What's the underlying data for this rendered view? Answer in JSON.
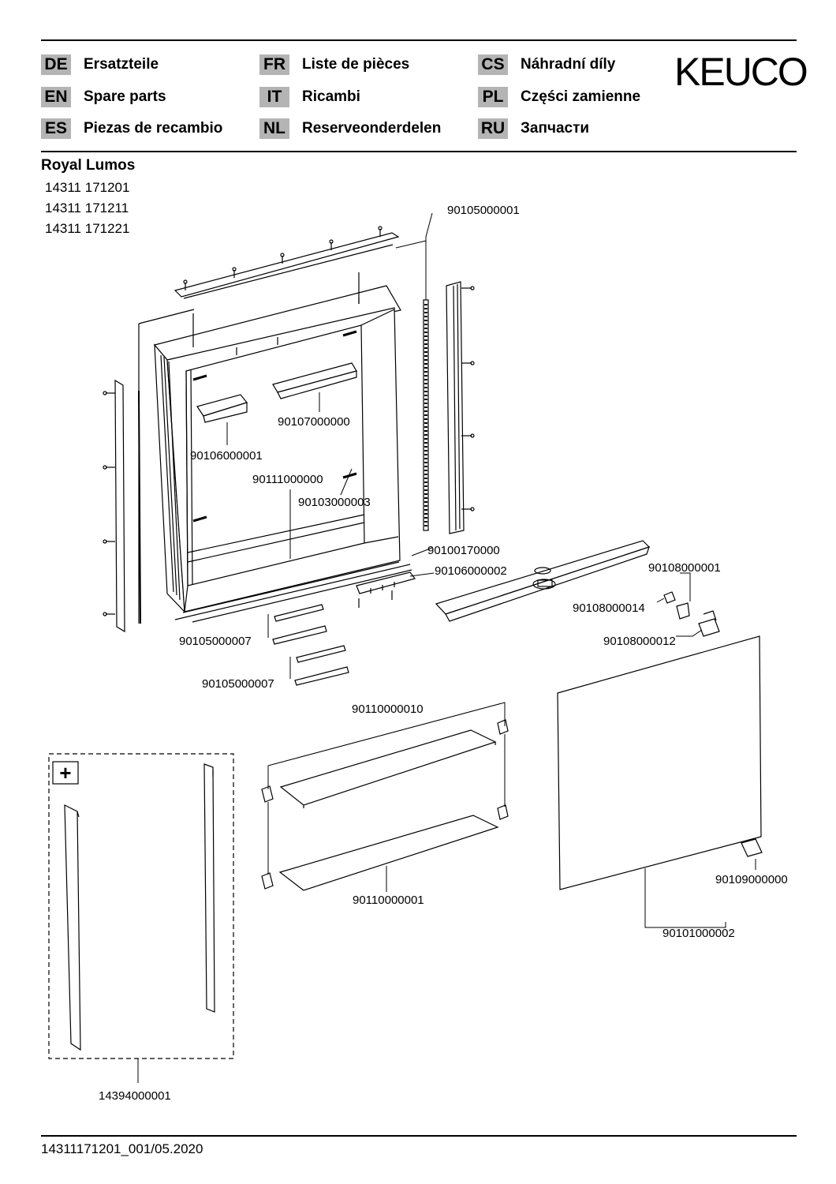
{
  "languages": [
    {
      "code": "DE",
      "label": "Ersatzteile"
    },
    {
      "code": "FR",
      "label": "Liste de pièces"
    },
    {
      "code": "CS",
      "label": "Náhradní díly"
    },
    {
      "code": "EN",
      "label": "Spare parts"
    },
    {
      "code": "IT",
      "label": "Ricambi"
    },
    {
      "code": "PL",
      "label": "Części zamienne"
    },
    {
      "code": "ES",
      "label": "Piezas de recambio"
    },
    {
      "code": "NL",
      "label": "Reserveonderdelen"
    },
    {
      "code": "RU",
      "label": "Запчасти"
    }
  ],
  "brand": "KEUCO",
  "product": {
    "name": "Royal Lumos",
    "models": [
      "14311 171201",
      "14311 171211",
      "14311 171221"
    ]
  },
  "parts": {
    "p1": "90105000001",
    "p2": "90107000000",
    "p3": "90106000001",
    "p4": "90111000000",
    "p5": "90103000003",
    "p6": "90100170000",
    "p7": "90106000002",
    "p8": "90108000001",
    "p9": "90108000014",
    "p10": "90108000012",
    "p11": "90105000007",
    "p12": "90105000007",
    "p13": "90110000010",
    "p14": "90110000001",
    "p15": "90109000000",
    "p16": "90101000002",
    "p17": "14394000001"
  },
  "accessory_symbol": "+",
  "footer": "14311171201_001/05.2020"
}
